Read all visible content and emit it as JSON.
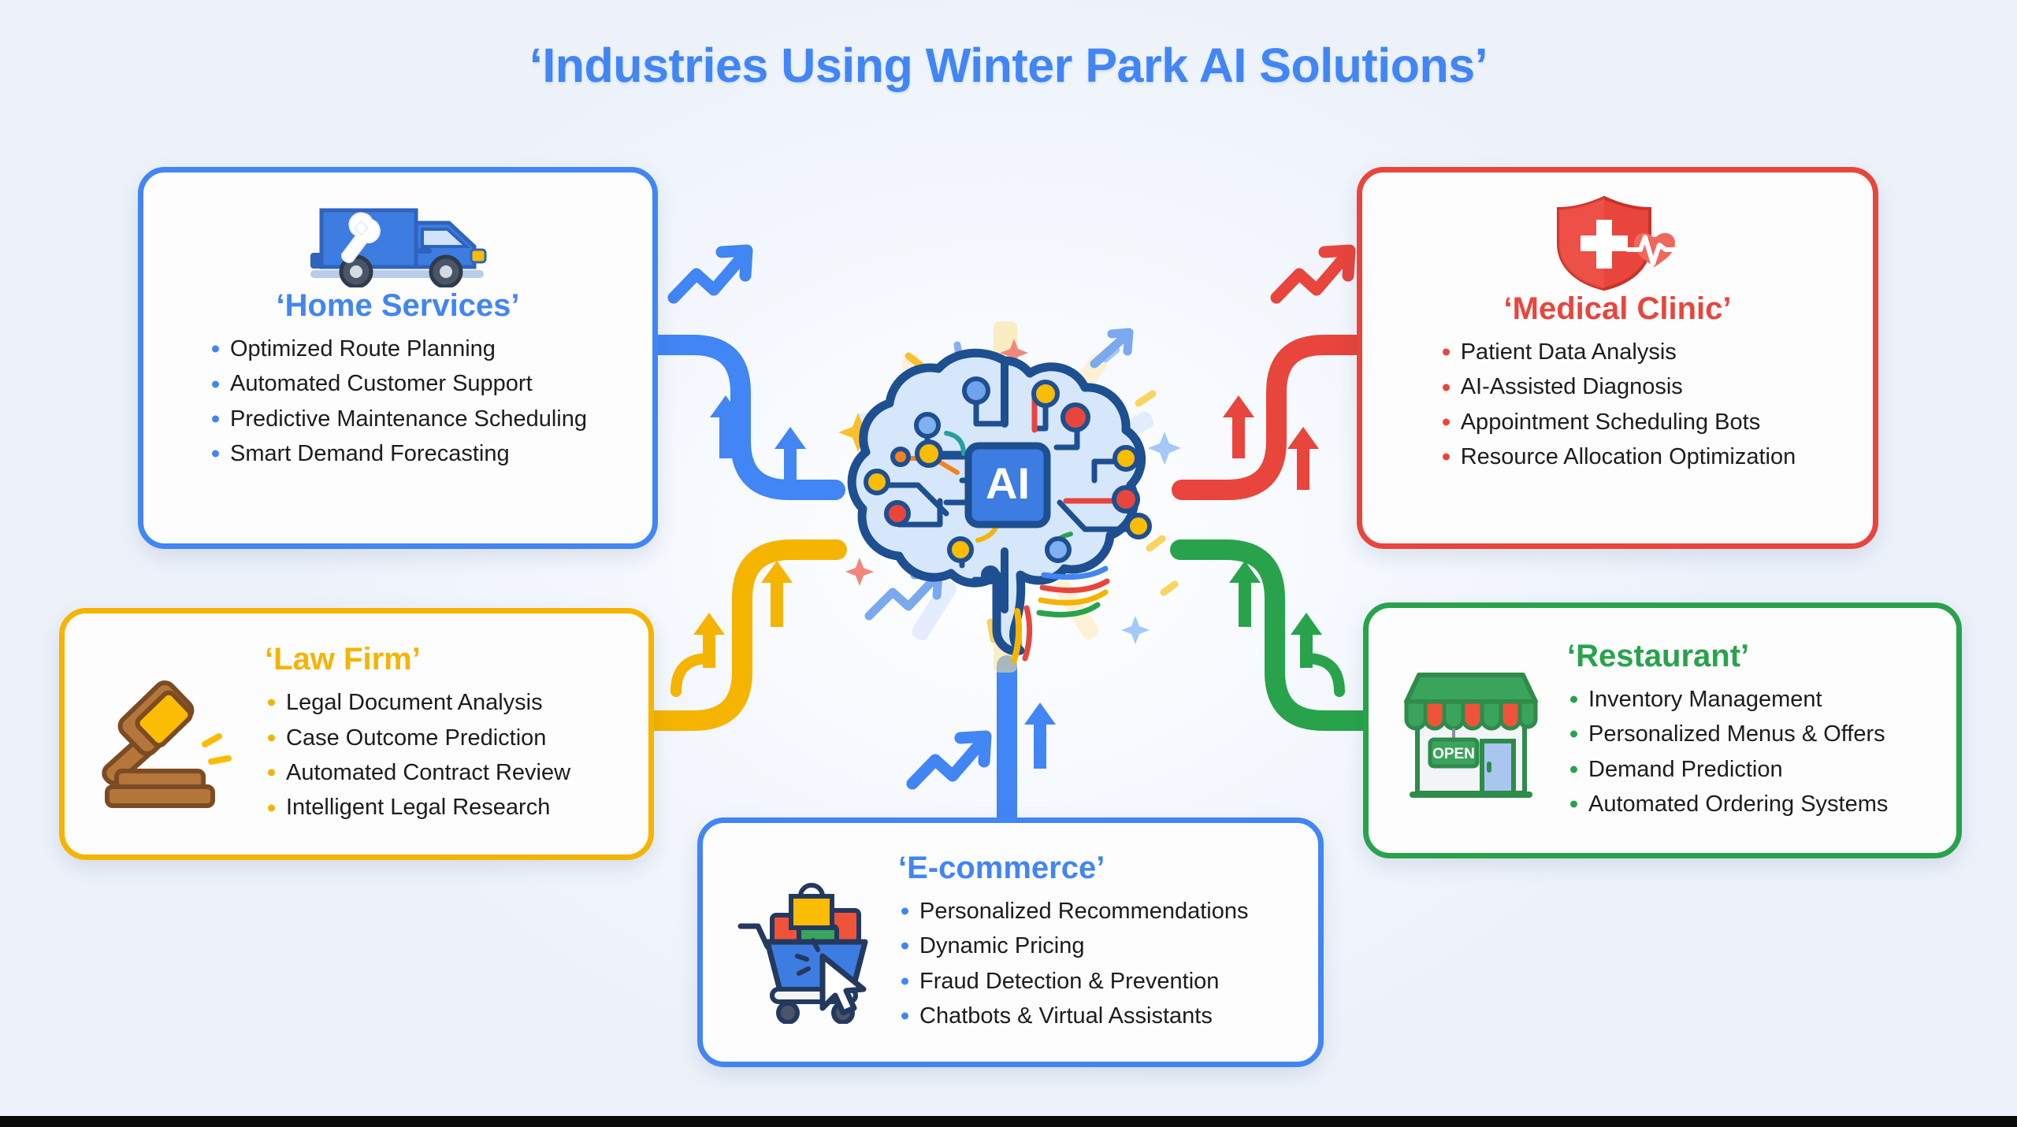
{
  "title": "‘Industries Using Winter Park AI Solutions’",
  "center": {
    "label": "AI",
    "icon": "ai-brain-icon"
  },
  "colors": {
    "blue": "#4285f4",
    "red": "#e8453c",
    "yellow": "#f5b400",
    "green": "#28a34c",
    "background": "#eef3fb",
    "text": "#1c1c1c"
  },
  "cards": [
    {
      "id": "home-services",
      "title": "‘Home Services’",
      "accent": "#4285f4",
      "icon": "service-van-wrench-icon",
      "bullets": [
        "Optimized Route Planning",
        "Automated Customer Support",
        "Predictive Maintenance Scheduling",
        "Smart Demand Forecasting"
      ]
    },
    {
      "id": "medical-clinic",
      "title": "‘Medical Clinic’",
      "accent": "#e8453c",
      "icon": "medical-shield-heartbeat-icon",
      "bullets": [
        "Patient Data Analysis",
        "AI-Assisted Diagnosis",
        "Appointment Scheduling Bots",
        "Resource Allocation Optimization"
      ]
    },
    {
      "id": "law-firm",
      "title": "‘Law Firm’",
      "accent": "#f5b400",
      "icon": "gavel-icon",
      "bullets": [
        "Legal Document Analysis",
        "Case Outcome Prediction",
        "Automated Contract Review",
        "Intelligent Legal Research"
      ]
    },
    {
      "id": "restaurant",
      "title": "‘Restaurant’",
      "accent": "#28a34c",
      "icon": "storefront-open-sign-icon",
      "bullets": [
        "Inventory Management",
        "Personalized Menus & Offers",
        "Demand Prediction",
        "Automated Ordering Systems"
      ]
    },
    {
      "id": "e-commerce",
      "title": "‘E-commerce’",
      "accent": "#4285f4",
      "icon": "shopping-cart-cursor-icon",
      "bullets": [
        "Personalized Recommendations",
        "Dynamic Pricing",
        "Fraud Detection & Prevention",
        "Chatbots & Virtual Assistants"
      ]
    }
  ],
  "storefront": {
    "sign_text": "OPEN"
  },
  "connectors": [
    {
      "id": "home-to-hub",
      "color": "#4285f4",
      "shape": "s-curve-right"
    },
    {
      "id": "medical-to-hub",
      "color": "#e8453c",
      "shape": "s-curve-left"
    },
    {
      "id": "law-to-hub",
      "color": "#f5b400",
      "shape": "s-curve-right-up"
    },
    {
      "id": "restaurant-to-hub",
      "color": "#28a34c",
      "shape": "s-curve-left-up"
    },
    {
      "id": "ecommerce-to-hub",
      "color": "#4285f4",
      "shape": "vertical-stem"
    }
  ]
}
